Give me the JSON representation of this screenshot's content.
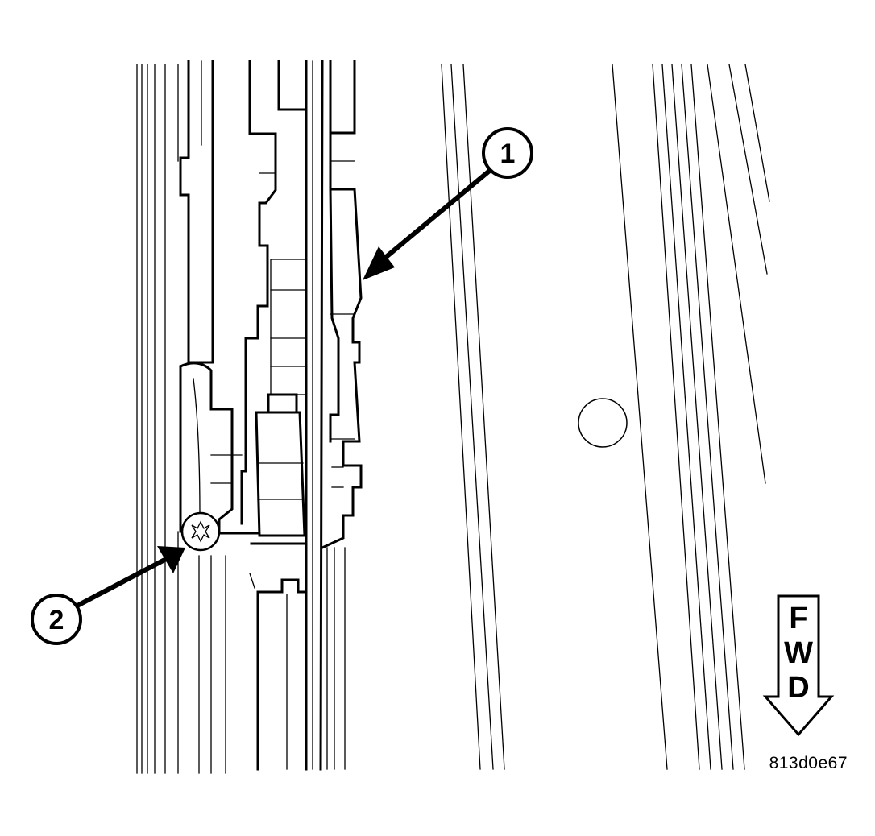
{
  "diagram": {
    "callouts": [
      {
        "id": "callout-1",
        "label": "1"
      },
      {
        "id": "callout-2",
        "label": "2"
      }
    ],
    "direction_arrow": {
      "letters": [
        "F",
        "W",
        "D"
      ]
    },
    "figure_id": "813d0e67",
    "colors": {
      "line": "#000000",
      "background": "#ffffff"
    }
  }
}
